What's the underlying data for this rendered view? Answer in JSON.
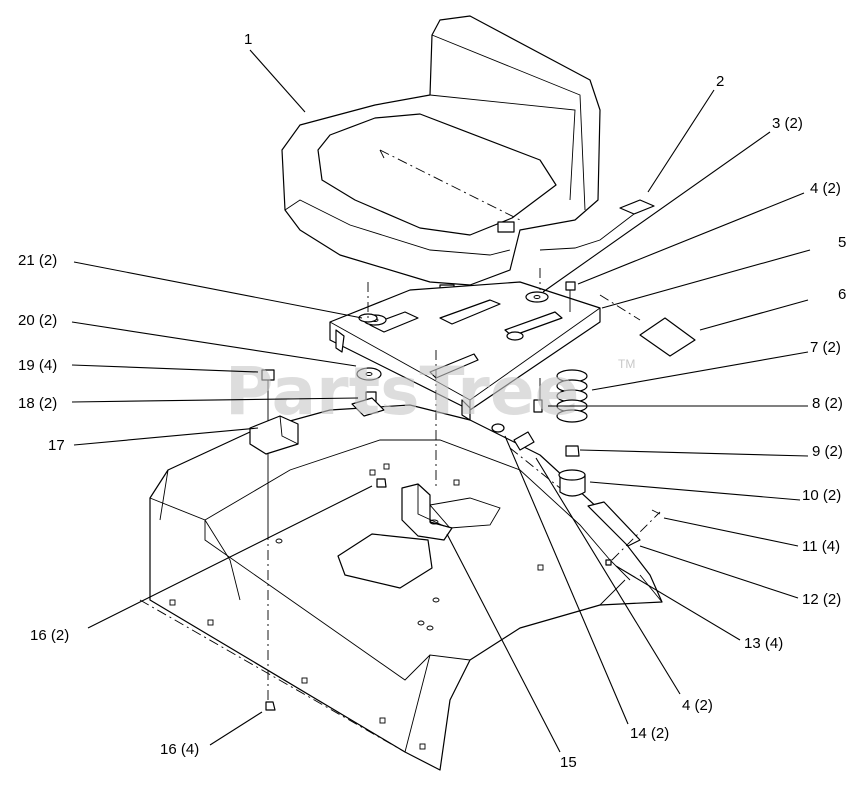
{
  "watermark": {
    "text": "PartsTree",
    "tm": "TM"
  },
  "callouts": [
    {
      "id": "c1",
      "text": "1"
    },
    {
      "id": "c2",
      "text": "2"
    },
    {
      "id": "c3",
      "text": "3 (2)"
    },
    {
      "id": "c4a",
      "text": "4 (2)"
    },
    {
      "id": "c5",
      "text": "5"
    },
    {
      "id": "c6",
      "text": "6"
    },
    {
      "id": "c7",
      "text": "7 (2)"
    },
    {
      "id": "c8",
      "text": "8 (2)"
    },
    {
      "id": "c9",
      "text": "9 (2)"
    },
    {
      "id": "c10",
      "text": "10 (2)"
    },
    {
      "id": "c11",
      "text": "11 (4)"
    },
    {
      "id": "c12",
      "text": "12 (2)"
    },
    {
      "id": "c13",
      "text": "13 (4)"
    },
    {
      "id": "c4b",
      "text": "4 (2)"
    },
    {
      "id": "c14",
      "text": "14 (2)"
    },
    {
      "id": "c15",
      "text": "15"
    },
    {
      "id": "c16b",
      "text": "16 (4)"
    },
    {
      "id": "c16a",
      "text": "16 (2)"
    },
    {
      "id": "c17",
      "text": "17"
    },
    {
      "id": "c18",
      "text": "18 (2)"
    },
    {
      "id": "c19",
      "text": "19 (4)"
    },
    {
      "id": "c20",
      "text": "20 (2)"
    },
    {
      "id": "c21",
      "text": "21 (2)"
    }
  ]
}
